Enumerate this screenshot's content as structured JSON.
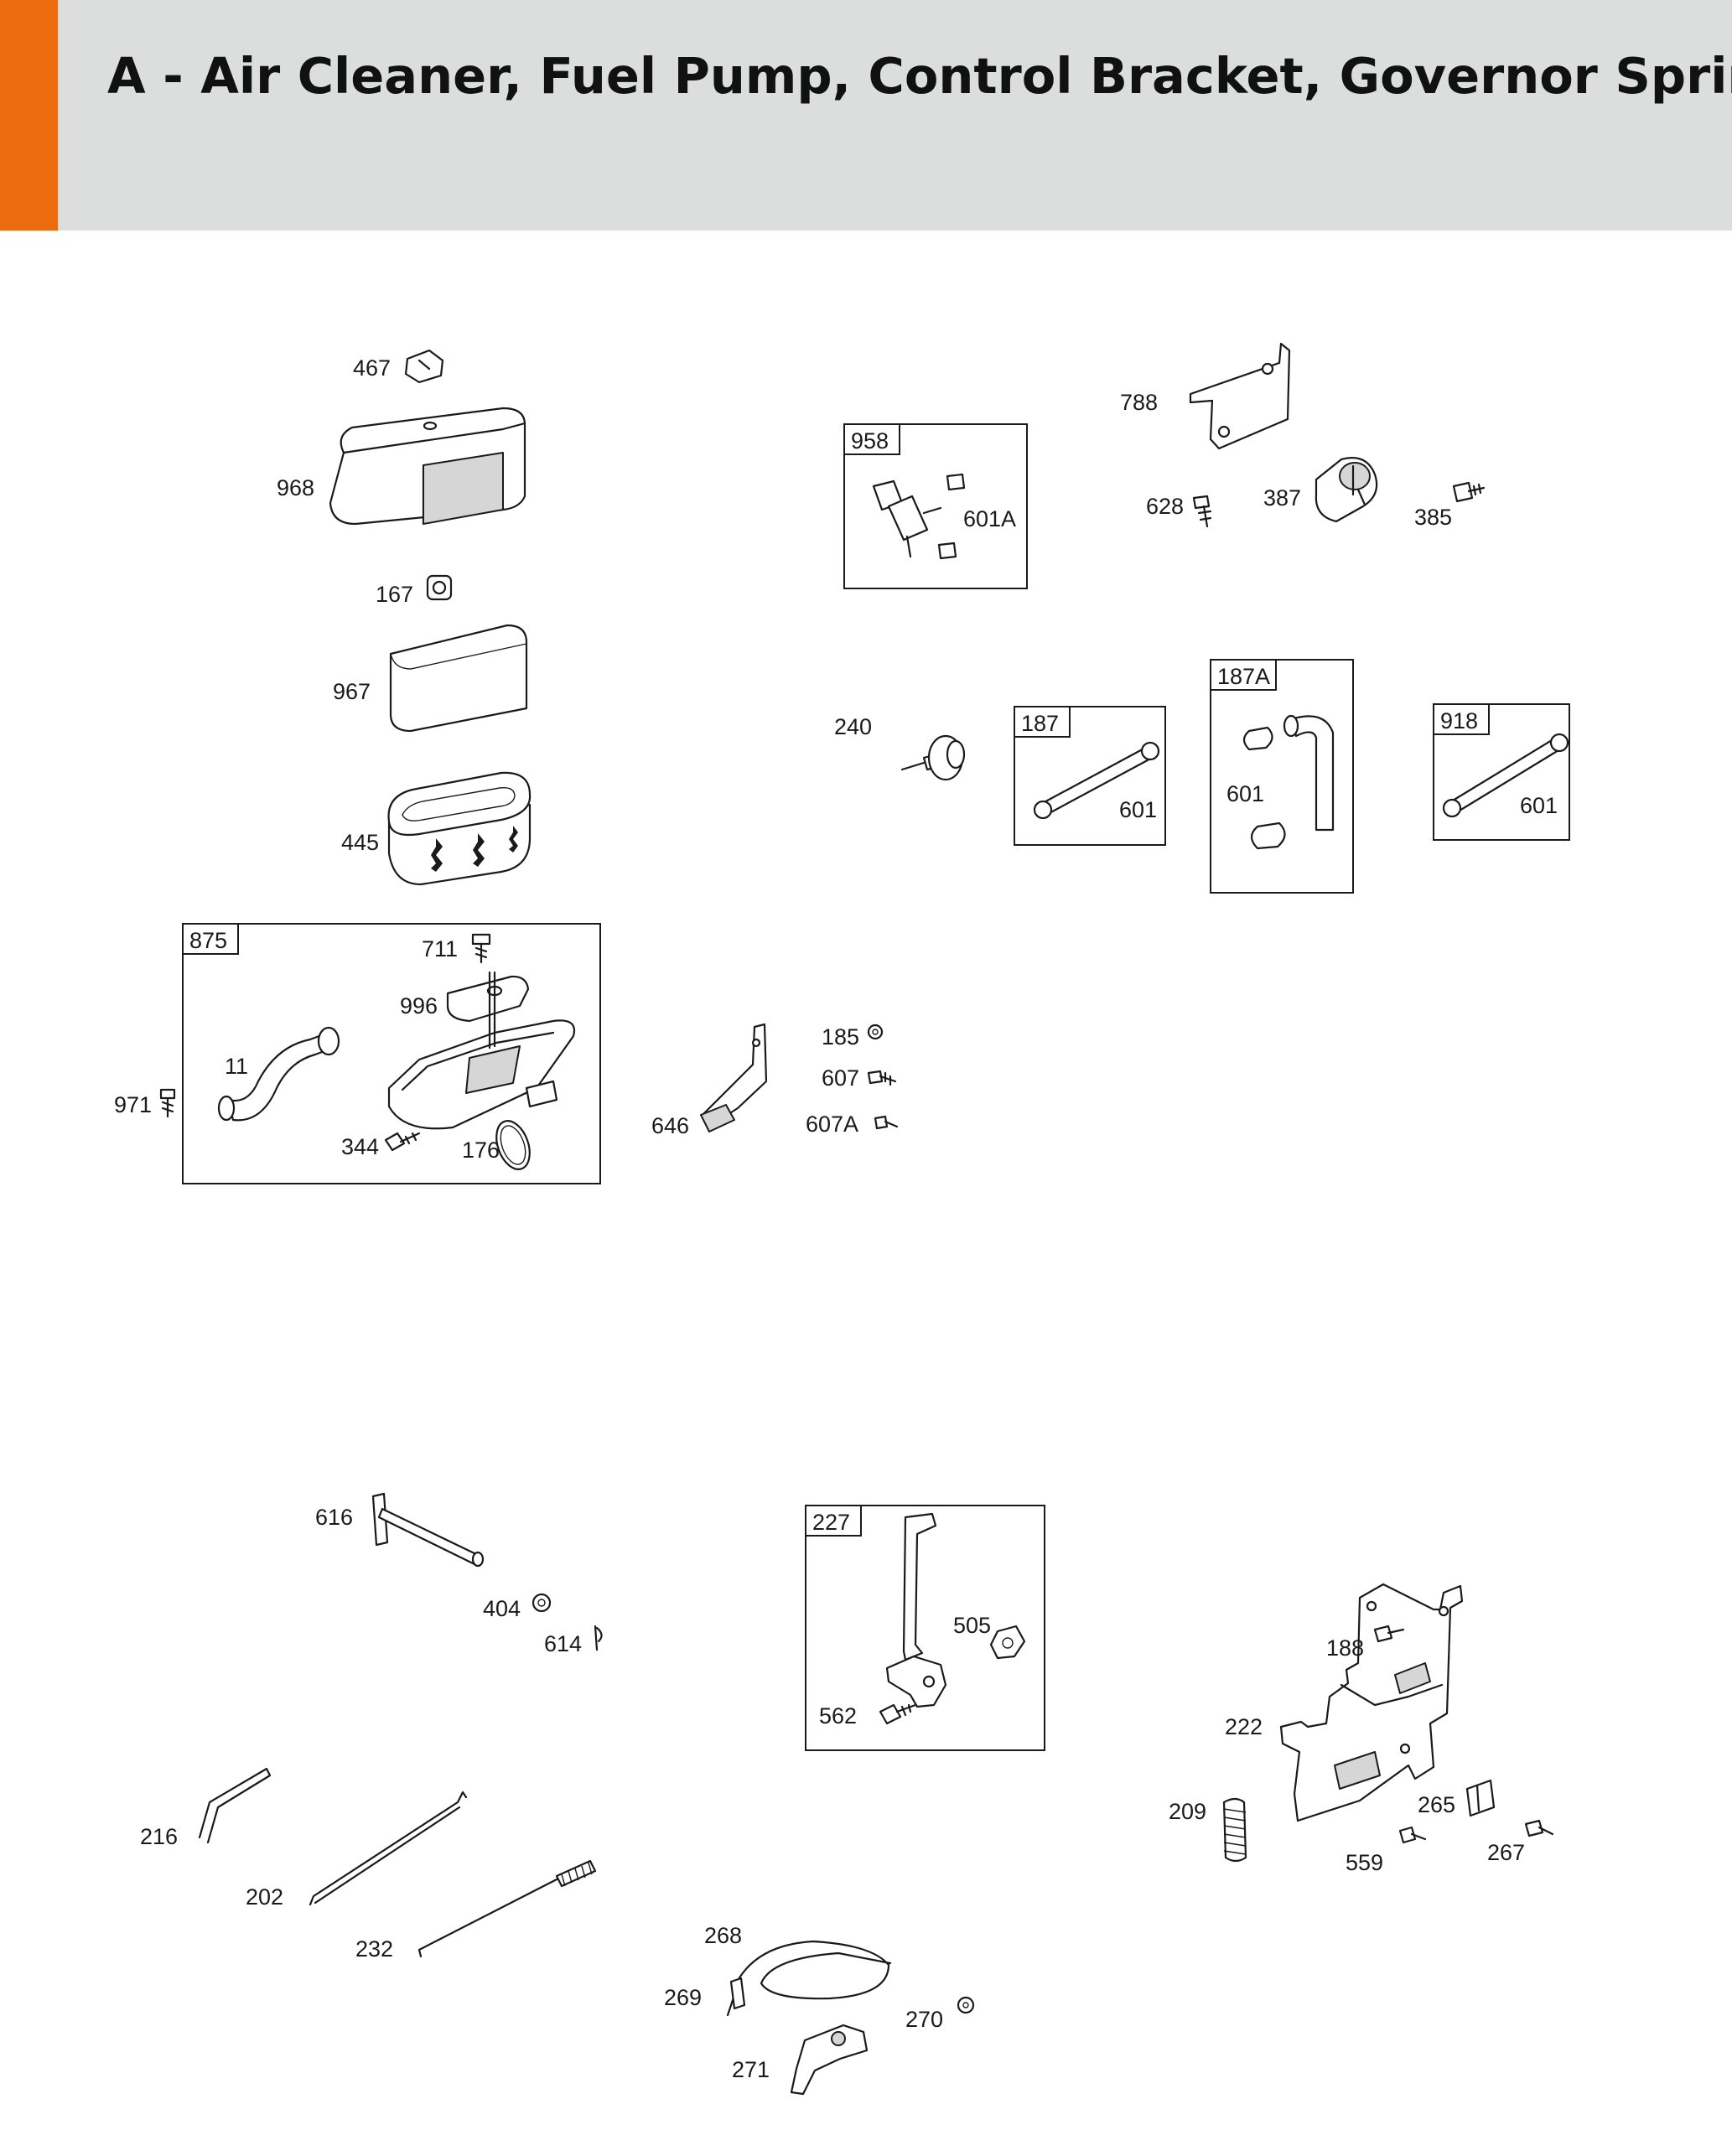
{
  "header": {
    "title": "A - Air Cleaner, Fuel Pump, Control Bracket, Governor Spring",
    "accent_color": "#ec6c0d",
    "background_color": "#dcdedd"
  },
  "callouts": {
    "p467": "467",
    "p968": "968",
    "p167": "167",
    "p967": "967",
    "p445": "445",
    "p711": "711",
    "p996": "996",
    "p11": "11",
    "p971": "971",
    "p344": "344",
    "p176": "176",
    "p601A": "601A",
    "p788": "788",
    "p628": "628",
    "p387": "387",
    "p385": "385",
    "p240": "240",
    "p601_187": "601",
    "p601_187A": "601",
    "p601_918": "601",
    "p185": "185",
    "p607": "607",
    "p607A": "607A",
    "p646": "646",
    "p616": "616",
    "p404": "404",
    "p614": "614",
    "p505": "505",
    "p562": "562",
    "p188": "188",
    "p222": "222",
    "p209": "209",
    "p265": "265",
    "p559": "559",
    "p267": "267",
    "p216": "216",
    "p202": "202",
    "p232": "232",
    "p268": "268",
    "p269": "269",
    "p270": "270",
    "p271": "271"
  },
  "groups": {
    "g875": "875",
    "g958": "958",
    "g187": "187",
    "g187A": "187A",
    "g918": "918",
    "g227": "227"
  }
}
